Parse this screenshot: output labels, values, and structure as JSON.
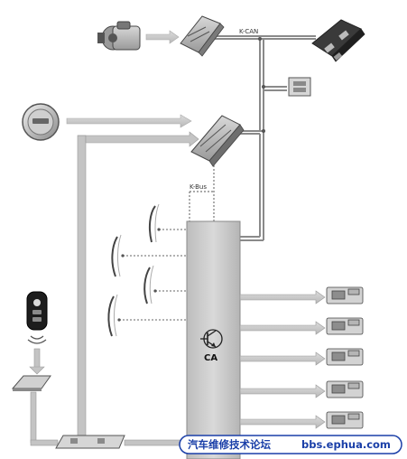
{
  "labels": {
    "k_can": "K-CAN",
    "k_bus": "K-Bus",
    "central_unit": "CA"
  },
  "watermark": {
    "site_name": "汽车维修技术论坛",
    "site_url": "bbs.ephua.com"
  },
  "colors": {
    "bus_line": "#8a8a8a",
    "arrow_fill": "#c8c8c8",
    "central_module": "#cfcfcf",
    "watermark_text": "#1a3fa8",
    "watermark_border": "#1a3fa8"
  },
  "icons": {
    "steering_lock": "engine-lock-icon",
    "gateway_module": "control-module-icon",
    "right_module": "body-module-icon",
    "small_unit": "relay-icon",
    "start_button": "start-stop-button-icon",
    "car_access_module": "car-access-module-icon",
    "door_handles": "door-handle-icon",
    "remote_key": "remote-key-icon",
    "transponder_pad": "antenna-pad-icon",
    "antenna_strip": "antenna-strip-icon",
    "door_locks": "door-lock-actuator-icon",
    "transistor": "transistor-icon"
  }
}
